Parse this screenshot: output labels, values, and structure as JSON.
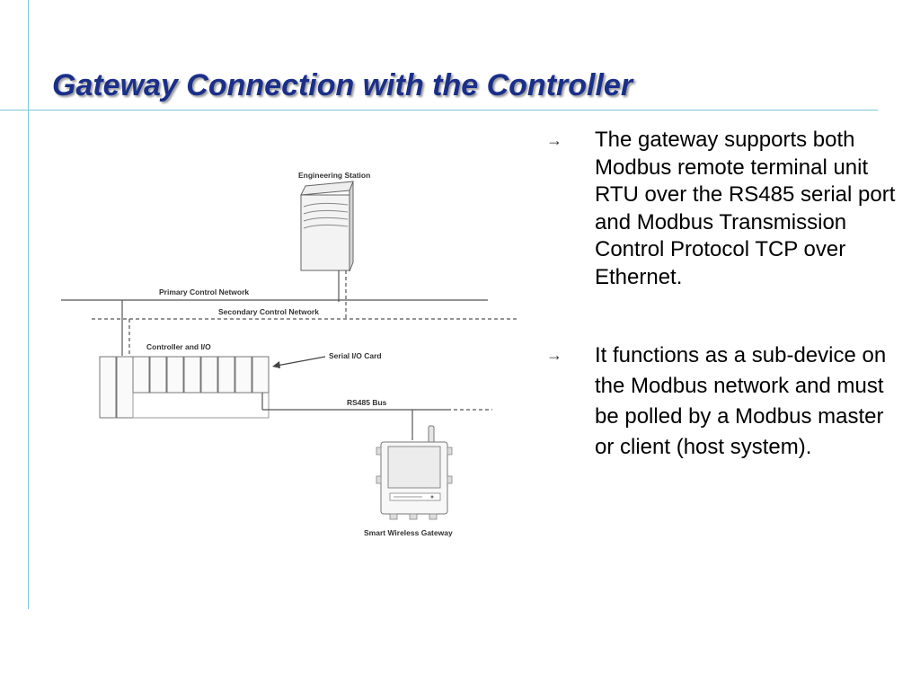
{
  "title": "Gateway Connection with the Controller",
  "bullets": [
    {
      "icon": "arrow-right-icon",
      "text": "The gateway supports both Modbus remote terminal unit RTU  over the RS485 serial port and Modbus Transmission Control Protocol TCP over Ethernet."
    },
    {
      "icon": "arrow-right-icon",
      "text": "It functions as a sub-device on the Modbus network and must be polled by a Modbus master or client (host system)."
    }
  ],
  "diagram": {
    "engineering_station": "Engineering Station",
    "primary_network": "Primary Control Network",
    "secondary_network": "Secondary Control Network",
    "controller_io": "Controller and I/O",
    "serial_io_card": "Serial I/O Card",
    "rs485_bus": "RS485 Bus",
    "gateway": "Smart Wireless Gateway"
  },
  "colors": {
    "title": "#1a2f8a",
    "rule_lines": "#7fc6d8"
  }
}
